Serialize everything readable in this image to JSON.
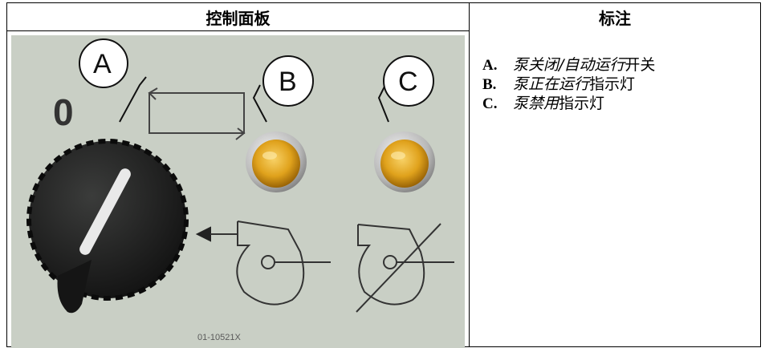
{
  "table": {
    "header_left": "控制面板",
    "header_right": "标注"
  },
  "panel": {
    "callouts": [
      "A",
      "B",
      "C"
    ],
    "zero_label": "0",
    "photo_code": "01-10521X"
  },
  "legend": [
    {
      "letter": "A.",
      "italic": "泵关闭/自动运行",
      "regular": "开关"
    },
    {
      "letter": "B.",
      "italic": "泵正在运行",
      "regular": "指示灯"
    },
    {
      "letter": "C.",
      "italic": "泵禁用",
      "regular": "指示灯"
    }
  ],
  "colors": {
    "panel_bg": "#c9cfc5",
    "knob": "#1e1f1e",
    "indicator_amber": "#e0a21c"
  }
}
